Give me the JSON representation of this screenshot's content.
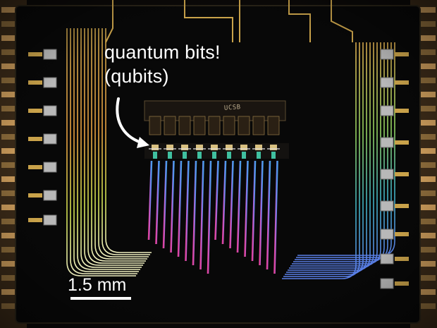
{
  "annotation": {
    "line1": "quantum bits!",
    "line2": "(qubits)"
  },
  "scale_bar": {
    "label": "1.5 mm"
  },
  "chip": {
    "marking": "UCSB"
  },
  "colors": {
    "background": "#050505",
    "annotation_text": "#ffffff",
    "gold_pads": "#c9a24a",
    "wire_magenta": "#e0409a",
    "wire_blue": "#5a7fe8",
    "wire_green": "#7fd85a",
    "wire_orange": "#e8a040",
    "arrow": "#ffffff"
  },
  "icons": {
    "pointer": "curved-arrow-icon"
  }
}
